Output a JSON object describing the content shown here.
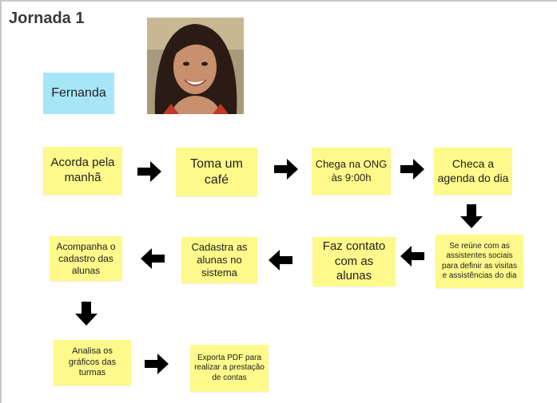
{
  "title": "Jornada 1",
  "persona": {
    "name": "Fernanda",
    "photo_icon": "woman-portrait-photo"
  },
  "colors": {
    "note": "#fdf98a",
    "persona": "#a6e6f8",
    "arrow": "#000000"
  },
  "steps": [
    {
      "id": "s1",
      "text": "Acorda pela manhã"
    },
    {
      "id": "s2",
      "text": "Toma um café"
    },
    {
      "id": "s3",
      "text": "Chega na ONG às 9:00h"
    },
    {
      "id": "s4",
      "text": "Checa a agenda do dia"
    },
    {
      "id": "s5",
      "text": "Se reúne com as assistentes sociais para definir as visitas e assistências do dia"
    },
    {
      "id": "s6",
      "text": "Faz contato com as alunas"
    },
    {
      "id": "s7",
      "text": "Cadastra as alunas no sistema"
    },
    {
      "id": "s8",
      "text": "Acompanha o cadastro das alunas"
    },
    {
      "id": "s9",
      "text": "Analisa os gráficos das turmas"
    },
    {
      "id": "s10",
      "text": "Exporta PDF para realizar a prestação de contas"
    }
  ]
}
